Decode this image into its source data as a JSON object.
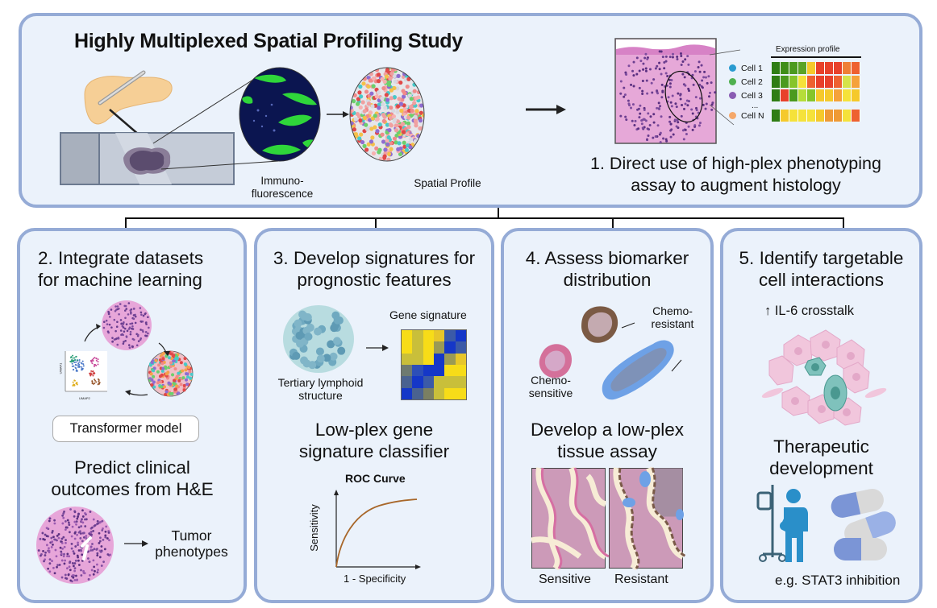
{
  "header": {
    "title": "Highly Multiplexed Spatial Profiling Study",
    "immunofluorescence_label_1": "Immuno-",
    "immunofluorescence_label_2": "fluorescence",
    "spatial_profile_label": "Spatial Profile",
    "expression_profile_title": "Expression profile",
    "cells": [
      {
        "label": "Cell 1",
        "dot_color": "#2a9bd0",
        "row": [
          "#2f7d14",
          "#3f8e18",
          "#4b9a1f",
          "#5aa325",
          "#f5c92b",
          "#e8402a",
          "#e8402a",
          "#e8402a",
          "#ef7f35",
          "#ee6130"
        ]
      },
      {
        "label": "Cell 2",
        "dot_color": "#4fb04f",
        "row": [
          "#2f7d14",
          "#4b9a1f",
          "#86c52b",
          "#f5e23a",
          "#ee6130",
          "#e8402a",
          "#e8402a",
          "#ee6130",
          "#d5e34a",
          "#f5a23a"
        ]
      },
      {
        "label": "Cell 3",
        "dot_color": "#8a5cb3",
        "row": [
          "#2f7d14",
          "#e8402a",
          "#4b9a1f",
          "#b6dd3a",
          "#86c52b",
          "#f5c92b",
          "#f5c92b",
          "#f5a23a",
          "#f5e23a",
          "#f5c92b"
        ]
      },
      {
        "label": "Cell N",
        "dot_color": "#f5a86a",
        "row": [
          "#2f7d14",
          "#f5c92b",
          "#f5e23a",
          "#f5e23a",
          "#f5e23a",
          "#f5c92b",
          "#ef9a35",
          "#ef9a35",
          "#f5e23a",
          "#ee6130"
        ]
      }
    ],
    "ellipsis": "...",
    "step1_line1": "1.  Direct use of high-plex phenotyping",
    "step1_line2": "assay to augment histology"
  },
  "panels": [
    {
      "title_line1": "2. Integrate datasets",
      "title_line2": "for machine learning",
      "umap_x": "UMAP2",
      "umap_y": "UMAP1",
      "model_button": "Transformer model",
      "sub_line1": "Predict clinical",
      "sub_line2": "outcomes from H&E",
      "outcome_line1": "Tumor",
      "outcome_line2": "phenotypes"
    },
    {
      "title_line1": "3. Develop signatures for",
      "title_line2": "prognostic features",
      "tls_line1": "Tertiary lymphoid",
      "tls_line2": "structure",
      "gene_signature": "Gene signature",
      "heatmap": [
        [
          "#f7dc18",
          "#c9bf3a",
          "#f7dc18",
          "#e7c62a",
          "#3b5aa8",
          "#1537c8"
        ],
        [
          "#f7dc18",
          "#c9bf3a",
          "#f7dc18",
          "#9a9a55",
          "#1537c8",
          "#3b5aa8"
        ],
        [
          "#c9bf3a",
          "#c9bf3a",
          "#f7dc18",
          "#1537c8",
          "#9a9a55",
          "#e7c62a"
        ],
        [
          "#6e7a70",
          "#2d4fb8",
          "#1537c8",
          "#1537c8",
          "#f7dc18",
          "#f7dc18"
        ],
        [
          "#4a6290",
          "#1537c8",
          "#3b5aa8",
          "#c9bf3a",
          "#c9bf3a",
          "#c9bf3a"
        ],
        [
          "#1537c8",
          "#4a6290",
          "#7a7f62",
          "#c9bf3a",
          "#f7dc18",
          "#f7dc18"
        ]
      ],
      "sub_line1": "Low-plex gene",
      "sub_line2": "signature classifier",
      "roc_title": "ROC Curve",
      "roc_ylabel": "Sensitivity",
      "roc_xlabel": "1 - Specificity"
    },
    {
      "title_line1": "4. Assess biomarker",
      "title_line2": "distribution",
      "resistant_line1": "Chemo-",
      "resistant_line2": "resistant",
      "sensitive_line1": "Chemo-",
      "sensitive_line2": "sensitive",
      "sub_line1": "Develop a low-plex",
      "sub_line2": "tissue assay",
      "label_sensitive": "Sensitive",
      "label_resistant": "Resistant"
    },
    {
      "title_line1": "5. Identify targetable",
      "title_line2": "cell interactions",
      "crosstalk": "IL-6 crosstalk",
      "sub_line1": "Therapeutic",
      "sub_line2": "development",
      "example": "e.g. STAT3 inhibition"
    }
  ],
  "colors": {
    "panel_bg": "#ebf2fb",
    "panel_border": "#95abd6",
    "he_pink": "#d98fc8",
    "he_purple": "#6a3d8f",
    "roc_curve": "#a8672a"
  }
}
